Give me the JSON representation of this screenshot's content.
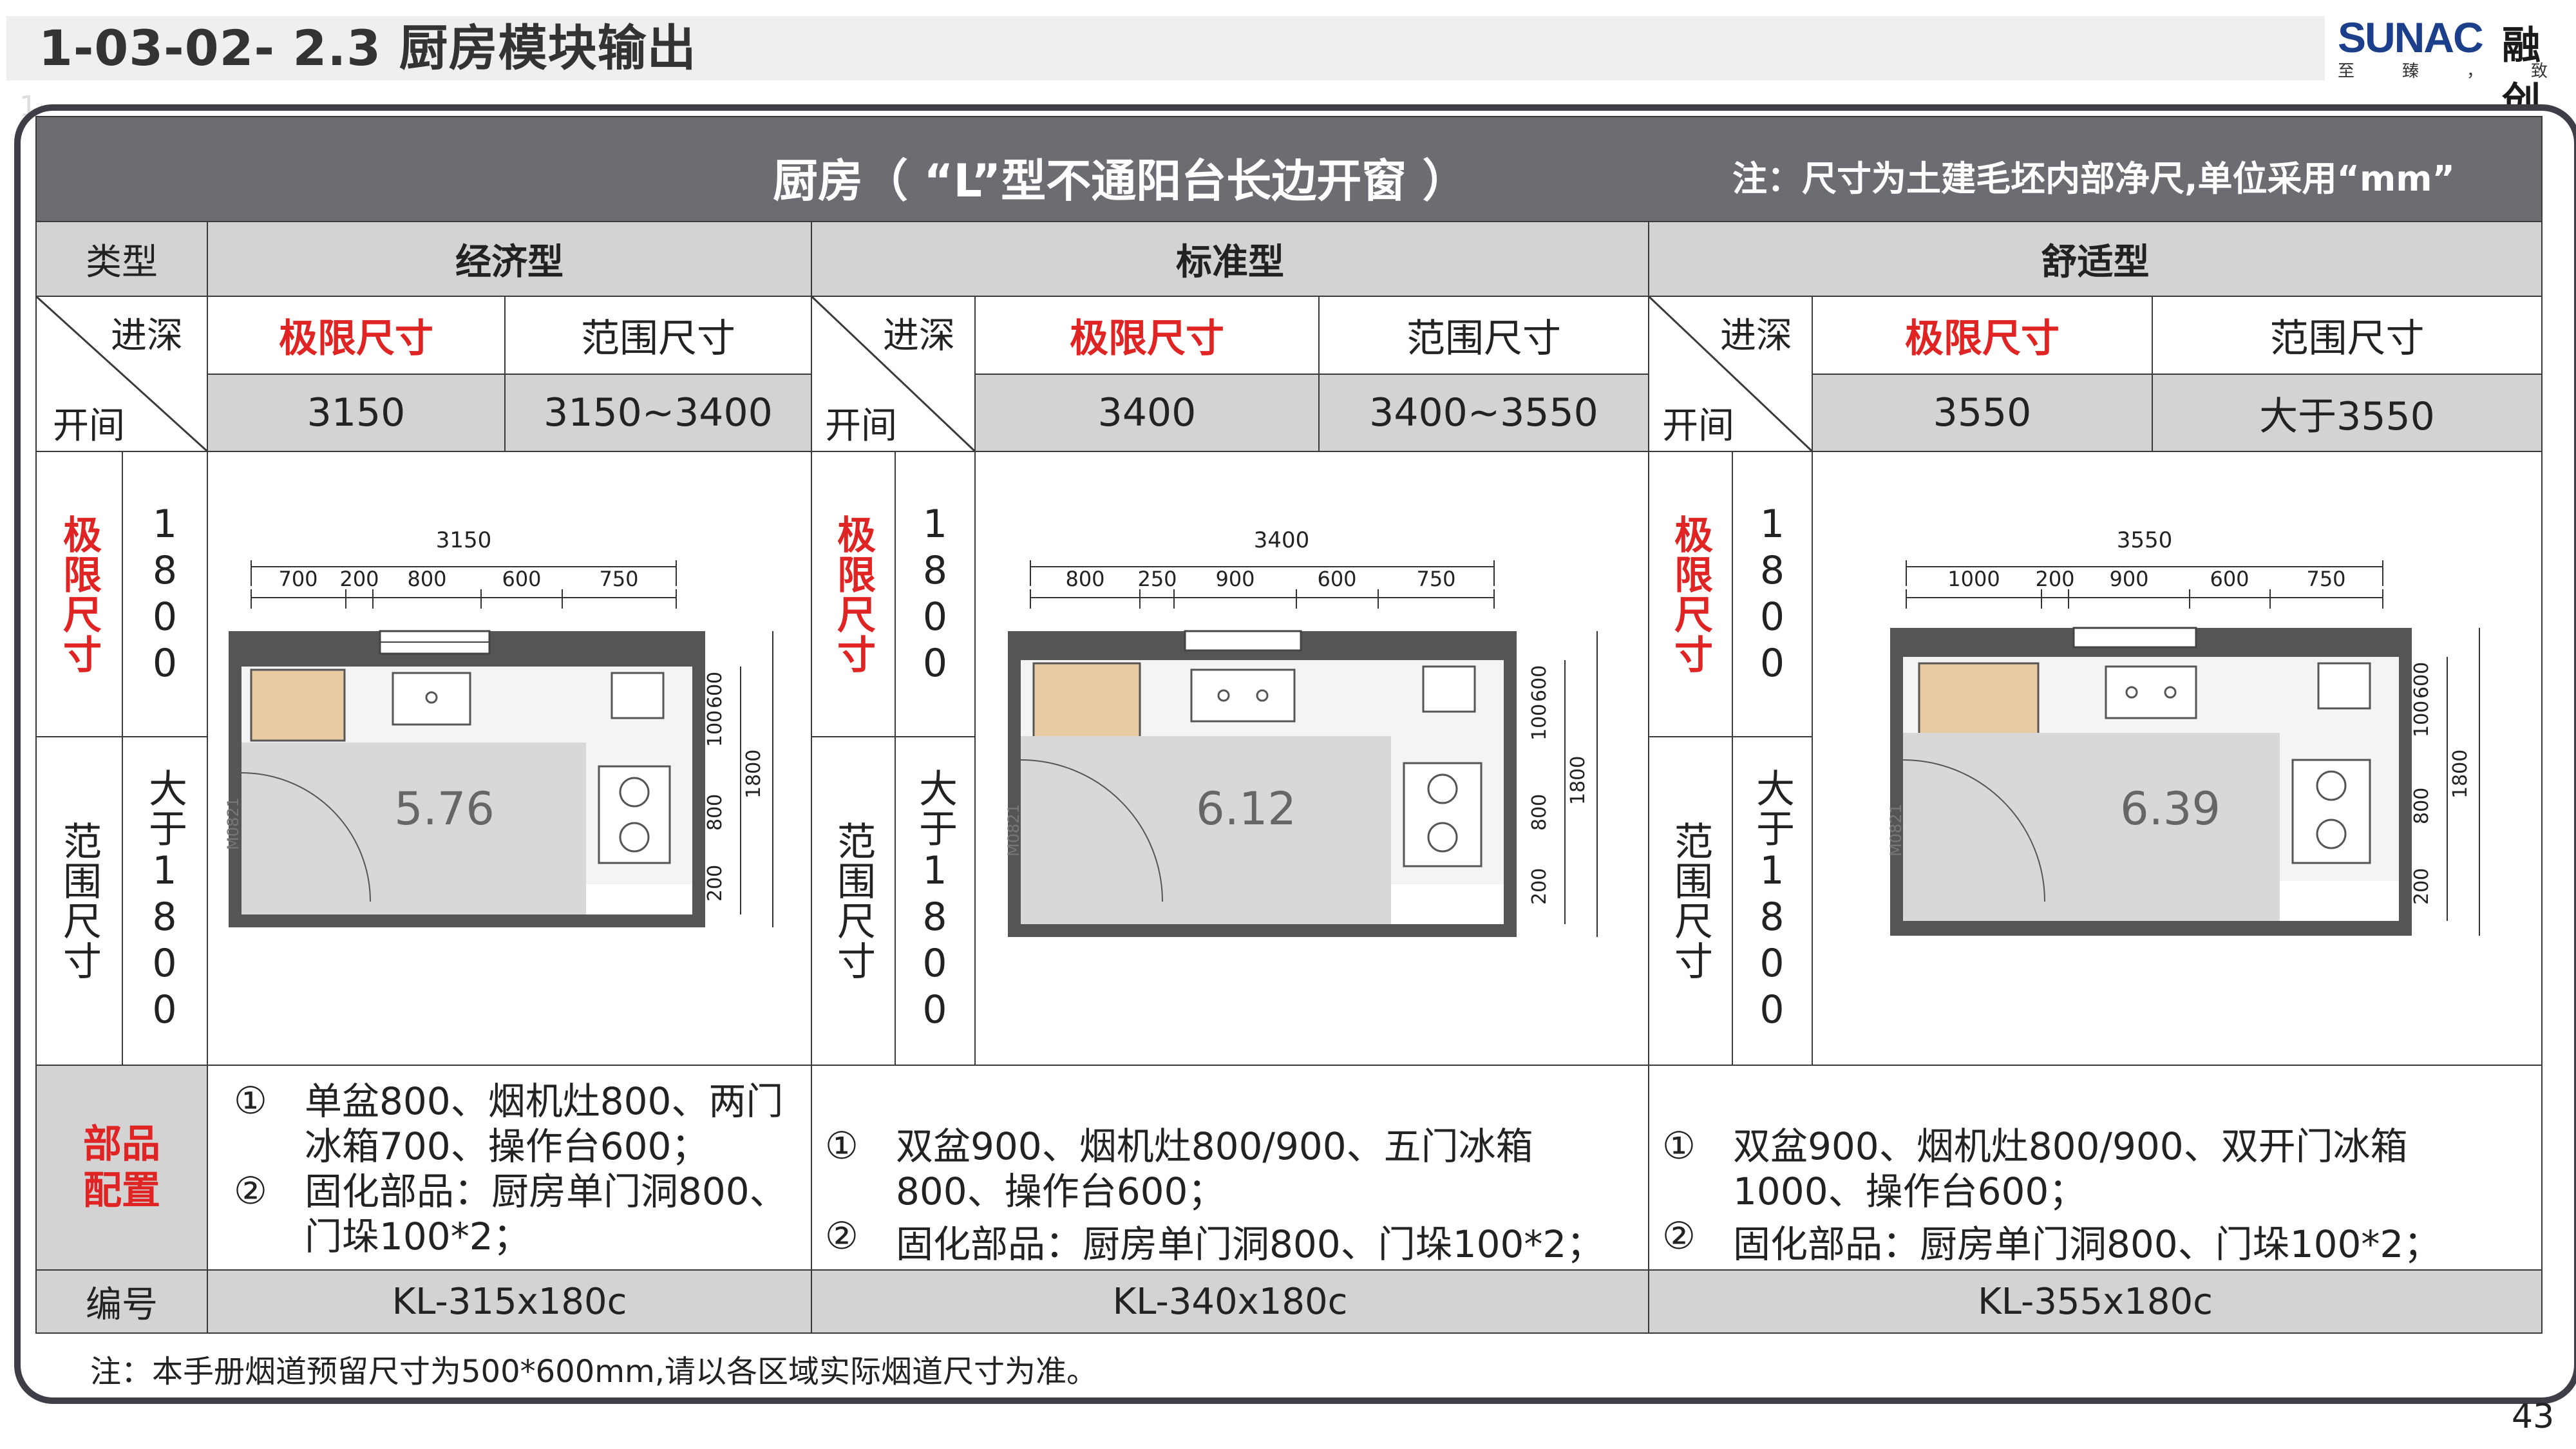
{
  "header": {
    "title": "1-03-02- 2.3 厨房模块输出"
  },
  "logo": {
    "brand": "SUNAC",
    "brand_cn": "融创",
    "slogan": "至臻，致远"
  },
  "corner_mark": "1",
  "banner": {
    "title": "厨房（ “L”型不通阳台长边开窗 ）",
    "note": "注：尺寸为土建毛坯内部净尺,单位采用“mm”"
  },
  "labels": {
    "type": "类型",
    "depth": "进深",
    "width": "开间",
    "limit": "极限尺寸",
    "range": "范围尺寸",
    "limit_v": "极限尺寸",
    "range_v": "范围尺寸",
    "parts": "部品配置",
    "code": "编号",
    "bullet1": "①",
    "bullet2": "②"
  },
  "columns": [
    {
      "type": "经济型",
      "limit_width": "3150",
      "range_width": "3150~3400",
      "limit_depth": "1800",
      "range_depth": "大于1800",
      "area": "5.76",
      "door": "M0821",
      "total_top": "3150",
      "top_dims": [
        "700",
        "200",
        "800",
        "600",
        "750"
      ],
      "side_dims": [
        "600",
        "100",
        "800",
        "200"
      ],
      "side_total": "1800",
      "parts_1": "单盆800、烟机灶800、两门冰箱700、操作台600；",
      "parts_2": "固化部品：厨房单门洞800、门垛100*2；",
      "code": "KL-315x180c"
    },
    {
      "type": "标准型",
      "limit_width": "3400",
      "range_width": "3400~3550",
      "limit_depth": "1800",
      "range_depth": "大于1800",
      "area": "6.12",
      "door": "M0821",
      "total_top": "3400",
      "top_dims": [
        "800",
        "250",
        "900",
        "600",
        "750"
      ],
      "side_dims": [
        "600",
        "100",
        "800",
        "200"
      ],
      "side_total": "1800",
      "parts_1": "双盆900、烟机灶800/900、五门冰箱800、操作台600；",
      "parts_2": "固化部品：厨房单门洞800、门垛100*2；",
      "code": "KL-340x180c"
    },
    {
      "type": "舒适型",
      "limit_width": "3550",
      "range_width": "大于3550",
      "limit_depth": "1800",
      "range_depth": "大于1800",
      "area": "6.39",
      "door": "M0821",
      "total_top": "3550",
      "top_dims": [
        "1000",
        "200",
        "900",
        "600",
        "750"
      ],
      "side_dims": [
        "600",
        "100",
        "800",
        "200"
      ],
      "side_total": "1800",
      "parts_1": "双盆900、烟机灶800/900、双开门冰箱1000、操作台600；",
      "parts_2": "固化部品：厨房单门洞800、门垛100*2；",
      "code": "KL-355x180c"
    }
  ],
  "footer": {
    "note": "注：本手册烟道预留尺寸为500*600mm,请以各区域实际烟道尺寸为准。",
    "page": "43"
  }
}
